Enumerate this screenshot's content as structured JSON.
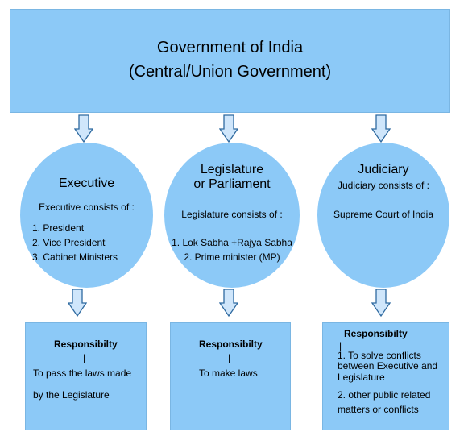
{
  "header": {
    "line1": "Government of India",
    "line2": "(Central/Union Government)"
  },
  "executive": {
    "title": "Executive",
    "intro": "Executive consists of :",
    "items": [
      "1. President",
      "2. Vice President",
      "3. Cabinet Ministers"
    ]
  },
  "legislature": {
    "title_line1": "Legislature",
    "title_line2": "or Parliament",
    "intro": "Legislature consists of :",
    "items": [
      "1. Lok Sabha +Rajya Sabha",
      "2. Prime minister (MP)"
    ]
  },
  "judiciary": {
    "title": "Judiciary",
    "intro": "Judiciary consists of :",
    "items": [
      "Supreme Court of India"
    ]
  },
  "responsibility": {
    "heading": "Responsibilty",
    "separator": "|",
    "executive": [
      "To pass the laws made",
      "by the Legislature"
    ],
    "legislature": [
      "To make laws"
    ],
    "judiciary": [
      "1. To solve conflicts",
      "between Executive and",
      "Legislature",
      "2. other public related",
      "matters or conflicts"
    ]
  },
  "colors": {
    "fill": "#8cc9f7",
    "border": "#7ab6e3",
    "arrow_fill": "#cfe6fb",
    "arrow_stroke": "#2f6aa0"
  }
}
